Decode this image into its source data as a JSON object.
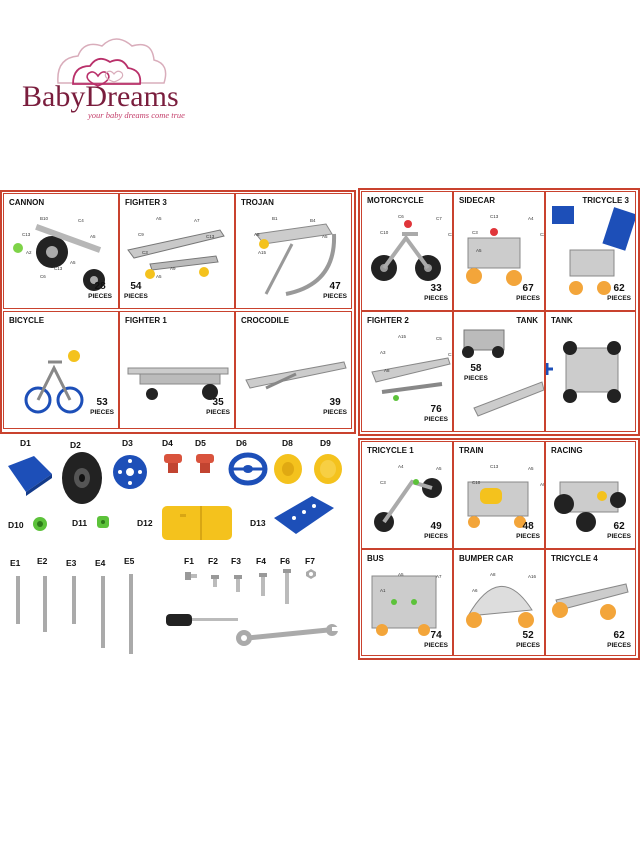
{
  "logo": {
    "brand_a": "Baby",
    "brand_b": "Dreams",
    "tagline": "your baby dreams come true"
  },
  "colors": {
    "border": "#c9422e",
    "brand": "#7a1d3d",
    "blue": "#1d4fb8",
    "yellow": "#f4c21d",
    "green": "#5cc23a",
    "orange": "#f3a53a"
  },
  "unit": "PIECES",
  "models": [
    {
      "id": "cannon",
      "name": "CANNON",
      "count": "28"
    },
    {
      "id": "fighter3",
      "name": "FIGHTER 3",
      "count": "54"
    },
    {
      "id": "trojan",
      "name": "TROJAN",
      "count": "47"
    },
    {
      "id": "bicycle",
      "name": "BICYCLE",
      "count": "53"
    },
    {
      "id": "fighter1",
      "name": "FIGHTER 1",
      "count": "35"
    },
    {
      "id": "crocodile",
      "name": "CROCODILE",
      "count": "39"
    },
    {
      "id": "motorcycle",
      "name": "MOTORCYCLE",
      "count": "33"
    },
    {
      "id": "sidecar",
      "name": "SIDECAR",
      "count": "67"
    },
    {
      "id": "tricycle3",
      "name": "TRICYCLE 3",
      "count": "62"
    },
    {
      "id": "fighter2",
      "name": "FIGHTER 2",
      "count": "76"
    },
    {
      "id": "tank1",
      "name": "TANK",
      "count": "58"
    },
    {
      "id": "tank2",
      "name": "TANK",
      "count": ""
    },
    {
      "id": "tricycle1",
      "name": "TRICYCLE 1",
      "count": "49"
    },
    {
      "id": "train",
      "name": "TRAIN",
      "count": "48"
    },
    {
      "id": "racing",
      "name": "RACING",
      "count": "62"
    },
    {
      "id": "bus",
      "name": "BUS",
      "count": "74"
    },
    {
      "id": "bumpercar",
      "name": "BUMPER CAR",
      "count": "52"
    },
    {
      "id": "tricycle4",
      "name": "TRICYCLE 4",
      "count": "62"
    }
  ],
  "parts": {
    "d1": "D1",
    "d2": "D2",
    "d3": "D3",
    "d4": "D4",
    "d5": "D5",
    "d6": "D6",
    "d8": "D8",
    "d9": "D9",
    "d10": "D10",
    "d11": "D11",
    "d12": "D12",
    "d13": "D13",
    "e1": "E1",
    "e2": "E2",
    "e3": "E3",
    "e4": "E4",
    "e5": "E5",
    "f1": "F1",
    "f2": "F2",
    "f3": "F3",
    "f4": "F4",
    "f6": "F6",
    "f7": "F7"
  },
  "tiny_labels": {
    "cannon": [
      "B10",
      "C13",
      "C4",
      "A5",
      "A2",
      "C13",
      "C6",
      "A5"
    ],
    "fighter3": [
      "A5",
      "C9",
      "A7",
      "C13",
      "C3",
      "A9",
      "A5"
    ],
    "trojan": [
      "B1",
      "A8",
      "B4",
      "A5",
      "A15"
    ],
    "motorcycle": [
      "C6",
      "C10",
      "C7",
      "C3"
    ],
    "sidecar": [
      "C13",
      "C3",
      "A4",
      "C2",
      "A5"
    ],
    "fighter2": [
      "A15",
      "A3",
      "C5",
      "C13",
      "A8"
    ],
    "tricycle1": [
      "A4",
      "C3",
      "A5"
    ],
    "train": [
      "C13",
      "C10",
      "A5",
      "A9"
    ],
    "bus": [
      "A5",
      "A1",
      "A7"
    ],
    "bumpercar": [
      "A8",
      "A6",
      "A16"
    ]
  }
}
